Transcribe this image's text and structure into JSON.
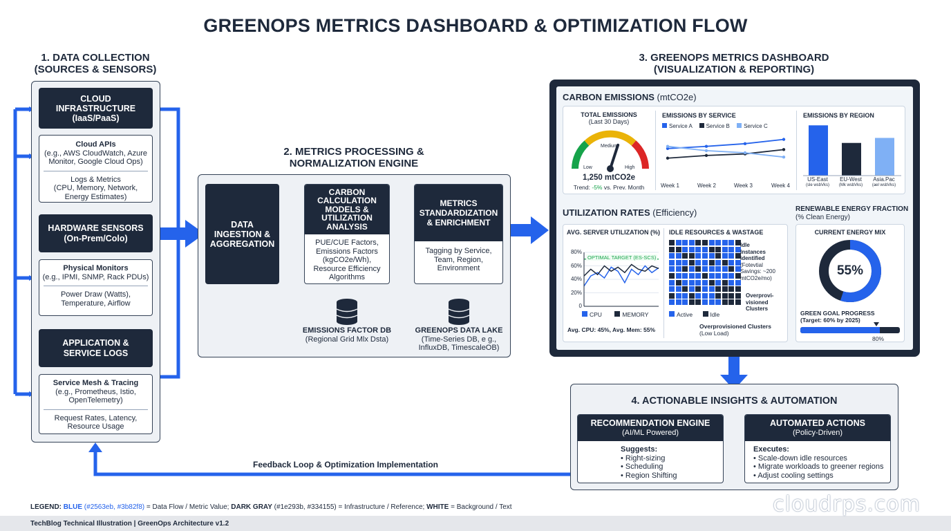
{
  "title": "GREENOPS METRICS DASHBOARD & OPTIMIZATION FLOW",
  "colors": {
    "blue": "#2563eb",
    "blue_light": "#3b82f8",
    "dark": "#1e293b",
    "dark2": "#334155",
    "gauge_green": "#16a34a",
    "gauge_yellow": "#eab308",
    "gauge_red": "#dc2626"
  },
  "section1": {
    "heading_line1": "1. DATA COLLECTION",
    "heading_line2": "(SOURCES & SENSORS)",
    "cloud": {
      "line1": "CLOUD",
      "line2": "INFRASTRUCTURE",
      "line3": "(IaaS/PaaS)",
      "detail_title": "Cloud APIs",
      "detail_line1": "(e.g., AWS CloudWatch, Azure",
      "detail_line2": "Monitor, Google Cloud Ops)",
      "detail2_line1": "Logs & Metrics",
      "detail2_line2": "(CPU, Memory, Network,",
      "detail2_line3": "Energy Estimates)"
    },
    "hardware": {
      "line1": "HARDWARE SENSORS",
      "line2": "(On-Prem/Colo)",
      "detail_title": "Physical Monitors",
      "detail_line1": "(e.g., IPMI, SNMP, Rack PDUs)",
      "detail2_line1": "Power Draw (Watts),",
      "detail2_line2": "Temperature, Airflow"
    },
    "app": {
      "line1": "APPLICATION &",
      "line2": "SERVICE LOGS",
      "detail_title": "Service Mesh & Tracing",
      "detail_line1": "(e.g., Prometheus, Istio,",
      "detail_line2": "OpenTelemetry)",
      "detail2_line1": "Request Rates, Latency,",
      "detail2_line2": "Resource Usage"
    }
  },
  "section2": {
    "heading_line1": "2. METRICS PROCESSING &",
    "heading_line2": "NORMALIZATION ENGINE",
    "ingestion": {
      "line1": "DATA",
      "line2": "INGESTION &",
      "line3": "AGGREGATION"
    },
    "carbon": {
      "line1": "CARBON",
      "line2": "CALCULATION",
      "line3": "MODELS &",
      "line4": "UTILIZATION",
      "line5": "ANALYSIS",
      "detail_line1": "PUE/CUE Factors,",
      "detail_line2": "Emissions Factors",
      "detail_line3": "(kgCO2e/Wh),",
      "detail_line4": "Resource Efficiency",
      "detail_line5": "Algorithms"
    },
    "standard": {
      "line1": "METRICS",
      "line2": "STANDARDIZATION",
      "line3": "& ENRICHMENT",
      "detail_line1": "Tagging by Service,",
      "detail_line2": "Team, Region,",
      "detail_line3": "Environment"
    },
    "db1": {
      "name": "EMISSIONS FACTOR DB",
      "desc": "(Regional Grid Mlx Dsta)"
    },
    "db2": {
      "name": "GREENOPS DATA LAKE",
      "desc_line1": "(Time-Series DB, e g.,",
      "desc_line2": "InfluxDB, TimescaleOB)"
    }
  },
  "section3": {
    "heading_line1": "3. GREENOPS METRICS DASHBOARD",
    "heading_line2": "(VISUALIZATION & REPORTING)",
    "carbon_title_bold": "CARBON EMISSIONS",
    "carbon_title_rest": " (mtCO2e)",
    "total": {
      "title": "TOTAL EMISSIONS",
      "subtitle": "(Last 30 Days)",
      "medium": "Medium",
      "low": "Low",
      "high": "High",
      "value": "1,250 mtCO2e",
      "trend_prefix": "Trend: ",
      "trend_value": "-5%",
      "trend_suffix": " vs. Prev. Month",
      "gauge_level": 0.6
    },
    "by_service": {
      "title": "EMISSIONS BY SERVICE",
      "legend": [
        "Service A",
        "Service B",
        "Service C"
      ],
      "weeks": [
        "Week 1",
        "Week 2",
        "Week 3",
        "Week 4"
      ]
    },
    "by_region": {
      "title": "EMISSIONS BY REGION",
      "regions": [
        "US-East",
        "EU-West",
        "Asia.Pac"
      ],
      "subs": [
        "(sle wsbVks)",
        "(Mk wsbVks)",
        "(ael wsbVks)"
      ]
    },
    "util_title_bold": "UTILIZATION RATES",
    "util_title_rest": " (Efficiency)",
    "avg_util": {
      "title": "AVG. SERVER UTILIZATION (%)",
      "target": "OPTIMAL TARGET (ES-SCS)",
      "yticks": [
        "80%",
        "60%",
        "40%",
        "20%",
        "0"
      ],
      "cpu": "CPU",
      "memory": "MEMORY",
      "footer": "Avg. CPU: 45%, Avg. Mem: 55%"
    },
    "idle": {
      "title": "IDLE RESOURCES & WASTAGE",
      "ann1_line1": "Idle",
      "ann1_line2": "Instances",
      "ann1_line3": "identified",
      "ann1_line4": "(Fotevtial",
      "ann1_line5": "Savings: ~200",
      "ann1_line6": "mtCO2e/mo)",
      "ann2_line1": "Overprovi-",
      "ann2_line2": "visioned",
      "ann2_line3": "Clusters",
      "active": "Active",
      "idle": "Idle",
      "footer1": "Overprovisioned Clusters",
      "footer2": "(Low Load)"
    },
    "renew_title": "RENEWABLE ENERGY FRACTION",
    "renew_sub": "(% Clean Energy)",
    "mix": {
      "title": "CURRENT ENERGY MIX",
      "value": "55%",
      "fraction": 0.55,
      "goal_title": "GREEN GOAL PROGRESS",
      "goal_sub": "(Target: 60% by 2025)",
      "goal_label": "80%",
      "goal_progress": 0.8
    }
  },
  "section4": {
    "heading": "4. ACTIONABLE INSIGHTS & AUTOMATION",
    "rec": {
      "title": "RECOMMENDATION ENGINE",
      "sub": "(AI/ML Powered)",
      "lead": "Suggests:",
      "items": [
        "Right-sizing",
        "Scheduling",
        "Region Shifting"
      ]
    },
    "auto": {
      "title": "AUTOMATED ACTIONS",
      "sub": "(Policy-Driven)",
      "lead": "Executes:",
      "items": [
        "Scale-down idle resources",
        "Migrate workloads to greener regions",
        "Adjust cooling settings"
      ]
    }
  },
  "feedback": "Feedback Loop & Optimization Implementation",
  "legend": {
    "l1": "LEGEND:",
    "l2": "BLUE",
    "l3": "(#2563eb, #3b82f8)",
    "l4": "= Data Flow / Metric Value;",
    "l5": "DARK GRAY",
    "l6": "(#1e293b, #334155) = Infrastructure / Reference;",
    "l7": "WHITE",
    "l8": "= Background / Text"
  },
  "footer": "TechBlog Technical Illustration | GreenOps Architecture v1.2",
  "watermark": "cloudrps.com",
  "chart_data": [
    {
      "type": "line",
      "title": "EMISSIONS BY SERVICE",
      "categories": [
        "Week 1",
        "Week 2",
        "Week 3",
        "Week 4"
      ],
      "series": [
        {
          "name": "Service A",
          "values": [
            48,
            52,
            57,
            65
          ]
        },
        {
          "name": "Service B",
          "values": [
            30,
            35,
            38,
            46
          ]
        },
        {
          "name": "Service C",
          "values": [
            52,
            44,
            40,
            32
          ]
        }
      ],
      "ylim": [
        0,
        80
      ]
    },
    {
      "type": "bar",
      "title": "EMISSIONS BY REGION",
      "categories": [
        "US-East",
        "EU-West",
        "Asia.Pac"
      ],
      "values": [
        100,
        65,
        75
      ],
      "ylim": [
        0,
        110
      ]
    },
    {
      "type": "line",
      "title": "AVG. SERVER UTILIZATION (%)",
      "x": [
        1,
        2,
        3,
        4,
        5,
        6,
        7,
        8,
        9,
        10,
        11,
        12
      ],
      "series": [
        {
          "name": "CPU",
          "values": [
            30,
            45,
            50,
            42,
            58,
            52,
            35,
            55,
            47,
            60,
            50,
            57
          ]
        },
        {
          "name": "MEMORY",
          "values": [
            45,
            55,
            47,
            60,
            52,
            58,
            50,
            62,
            55,
            52,
            60,
            56
          ]
        }
      ],
      "target": 70,
      "yticks": [
        "80%",
        "60%",
        "40%",
        "20%",
        "0"
      ],
      "ylim": [
        0,
        80
      ]
    },
    {
      "type": "pie",
      "title": "CURRENT ENERGY MIX",
      "values": [
        55,
        45
      ]
    }
  ]
}
